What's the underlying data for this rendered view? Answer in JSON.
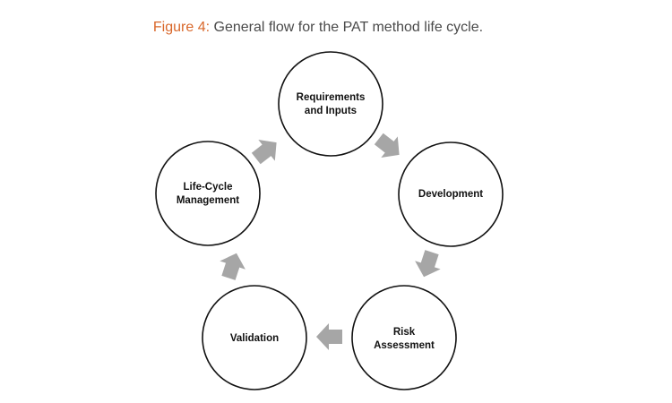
{
  "title": {
    "label": "Figure 4:",
    "text": " General flow for the PAT method life cycle."
  },
  "colors": {
    "title_label": "#d9682b",
    "title_text": "#4a4a4a",
    "arrow": "#a6a6a6",
    "circle_stroke": "#111111"
  },
  "nodes": [
    {
      "id": "requirements",
      "lines": [
        "Requirements",
        "and Inputs"
      ]
    },
    {
      "id": "development",
      "lines": [
        "Development"
      ]
    },
    {
      "id": "risk-assessment",
      "lines": [
        "Risk",
        "Assessment"
      ]
    },
    {
      "id": "validation",
      "lines": [
        "Validation"
      ]
    },
    {
      "id": "life-cycle-management",
      "lines": [
        "Life-Cycle",
        "Management"
      ]
    }
  ],
  "arrows": [
    {
      "from": "requirements",
      "to": "development"
    },
    {
      "from": "development",
      "to": "risk-assessment"
    },
    {
      "from": "risk-assessment",
      "to": "validation"
    },
    {
      "from": "validation",
      "to": "life-cycle-management"
    },
    {
      "from": "life-cycle-management",
      "to": "requirements"
    }
  ]
}
